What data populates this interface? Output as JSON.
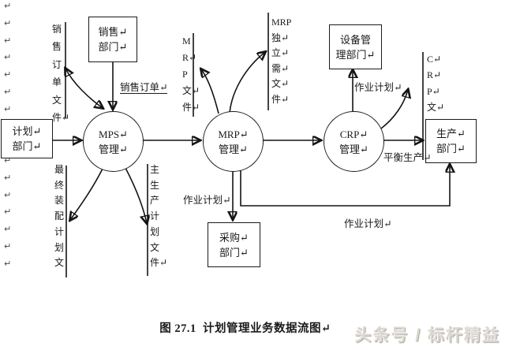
{
  "page": {
    "caption": "图 27.1  计划管理业务数据流图↵",
    "watermark": "头条号 / 标杆精益",
    "margin_marks_top": "↵\n↵\n↵\n↵\n↵\n↵\n↵",
    "margin_marks_bottom": "↵\n↵\n↵\n↵\n↵\n↵\n↵"
  },
  "nodes": {
    "planning_dept": "计划↵\n部门↵",
    "sales_dept": "销售↵\n部门↵",
    "equipment_dept": "设备管\n理部门↵",
    "production_dept": "生产↵\n部门↵",
    "purchasing_dept": "采购↵\n部门↵",
    "mps": "MPS↵\n管理↵",
    "mrp": "MRP↵\n管理↵",
    "crp": "CRP↵\n管理↵"
  },
  "files": {
    "sales_order_file": "销\n售\n订\n单\n文\n件↵",
    "mrp_file": "M\nR↵\nP\n文↵\n件↵",
    "mrp_independent_demand_file": "MRP\n独↵\n立↵\n需↵\n文↵\n件↵",
    "final_assembly_plan_file": "最\n终\n装\n配\n计\n划\n文",
    "master_production_plan_file": "主\n生\n产\n计\n划\n文\n件↵",
    "crp_file": "C↵\nR↵\nP↵\n文↵"
  },
  "flows": {
    "sales_order": "销售订单↵",
    "job_plan_to_equipment": "作业计划↵",
    "job_plan_to_purchasing": "作业计划↵",
    "job_plan_to_production": "作业计划↵",
    "balanced_production": "平衡生产↵"
  }
}
